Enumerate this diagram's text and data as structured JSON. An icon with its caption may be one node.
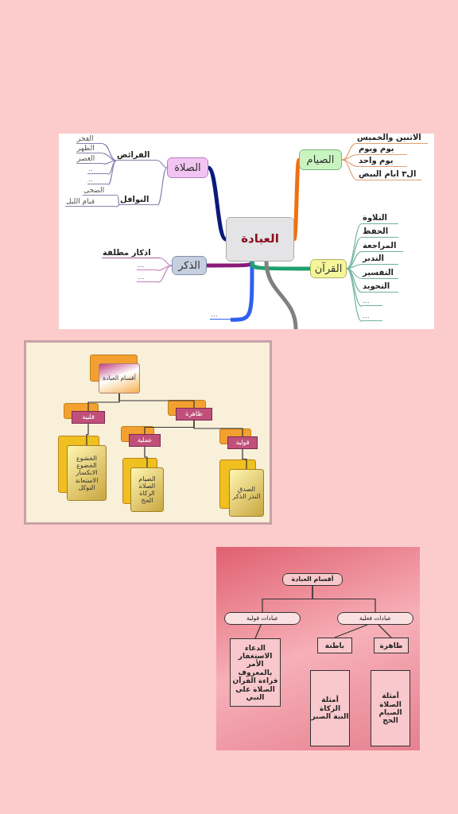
{
  "diagram": {
    "nodes": [
      {
        "text": [
          "العبادة"
        ]
      },
      {
        "text": [
          "الصلاة"
        ]
      },
      {
        "text": [
          "الفرائض"
        ]
      },
      {
        "text": [
          "الفجر"
        ]
      },
      {
        "text": [
          "الظهر"
        ]
      },
      {
        "text": [
          "العصر"
        ]
      },
      {
        "text": [
          ".."
        ]
      },
      {
        "text": [
          ".."
        ]
      },
      {
        "text": [
          "النوافل"
        ]
      },
      {
        "text": [
          "الضحى"
        ]
      },
      {
        "text": [
          "قيام الليل"
        ]
      },
      {
        "text": [
          "الذكر"
        ]
      },
      {
        "text": [
          "اذكار مطلقة"
        ]
      },
      {
        "text": [
          "..."
        ]
      },
      {
        "text": [
          "..."
        ]
      },
      {
        "text": [
          "..."
        ]
      },
      {
        "text": [
          "الصيام"
        ]
      },
      {
        "text": [
          "الاثنين والخميس"
        ]
      },
      {
        "text": [
          "يوم ويوم"
        ]
      },
      {
        "text": [
          "يوم واحد"
        ]
      },
      {
        "text": [
          "ال٣ ايام البيض"
        ]
      },
      {
        "text": [
          "القرآن"
        ]
      },
      {
        "text": [
          "التلاوة"
        ]
      },
      {
        "text": [
          "الحفظ"
        ]
      },
      {
        "text": [
          "المراجعة"
        ]
      },
      {
        "text": [
          "التدبر"
        ]
      },
      {
        "text": [
          "التفسير"
        ]
      },
      {
        "text": [
          "التجويد"
        ]
      },
      {
        "text": [
          "..."
        ]
      },
      {
        "text": [
          "..."
        ]
      },
      {
        "text": [
          "أقسام العبادة"
        ]
      },
      {
        "text": [
          "قلبية"
        ]
      },
      {
        "text": [
          "ظاهرة"
        ]
      },
      {
        "text": [
          "عملية"
        ]
      },
      {
        "text": [
          "قولية"
        ]
      },
      {
        "text": [
          "الخشوع الخضوع الانكسار الاستعانة التوكل"
        ]
      },
      {
        "text": [
          "الصيام الصلاة الزكاة الحج"
        ]
      },
      {
        "text": [
          "الصدق النذر الذكر"
        ]
      },
      {
        "text": [
          "أقسام العبادة"
        ]
      },
      {
        "text": [
          "عبادات قولية"
        ]
      },
      {
        "text": [
          "عبادات فعلية"
        ]
      },
      {
        "text": [
          "الدعاء الاستغفار الأمر بالمعروف قراءة القرآن الصلاة على النبي"
        ]
      },
      {
        "text": [
          "باطنة"
        ]
      },
      {
        "text": [
          "ظاهرة"
        ]
      },
      {
        "text": [
          "أمثلة الزكاة النية الصبر"
        ]
      },
      {
        "text": [
          "أمثلة الصلاة الصيام الحج"
        ]
      }
    ],
    "edges": [
      {
        "from": 0,
        "to": 1,
        "arrow": "none",
        "style": "thick",
        "color": "#0a1a7a"
      },
      {
        "from": 1,
        "to": 2,
        "arrow": "none",
        "color": "#8a80b0"
      },
      {
        "from": 2,
        "to": 3,
        "arrow": "none",
        "color": "#8a80b0"
      },
      {
        "from": 2,
        "to": 4,
        "arrow": "none",
        "color": "#8a80b0"
      },
      {
        "from": 2,
        "to": 5,
        "arrow": "none",
        "color": "#8a80b0"
      },
      {
        "from": 2,
        "to": 6,
        "arrow": "none",
        "color": "#8a80b0"
      },
      {
        "from": 2,
        "to": 7,
        "arrow": "none",
        "color": "#8a80b0"
      },
      {
        "from": 1,
        "to": 8,
        "arrow": "none",
        "color": "#8a80b0"
      },
      {
        "from": 8,
        "to": 9,
        "arrow": "none",
        "color": "#8a80b0"
      },
      {
        "from": 8,
        "to": 10,
        "arrow": "none",
        "color": "#8a80b0"
      },
      {
        "from": 0,
        "to": 11,
        "arrow": "none",
        "style": "thick",
        "color": "#8a1a7a"
      },
      {
        "from": 11,
        "to": 12,
        "arrow": "none",
        "color": "#c080c0"
      },
      {
        "from": 11,
        "to": 13,
        "arrow": "none",
        "color": "#c080c0"
      },
      {
        "from": 11,
        "to": 14,
        "arrow": "none",
        "color": "#c080c0"
      },
      {
        "from": 0,
        "to": 15,
        "arrow": "none",
        "style": "thick",
        "color": "#3060f0"
      },
      {
        "from": 0,
        "to": 16,
        "arrow": "none",
        "style": "thick",
        "color": "#f07010"
      },
      {
        "from": 16,
        "to": 17,
        "arrow": "none",
        "color": "#e0a070"
      },
      {
        "from": 16,
        "to": 18,
        "arrow": "none",
        "color": "#e0a070"
      },
      {
        "from": 16,
        "to": 19,
        "arrow": "none",
        "color": "#e0a070"
      },
      {
        "from": 16,
        "to": 20,
        "arrow": "none",
        "color": "#e0a070"
      },
      {
        "from": 0,
        "to": 21,
        "arrow": "none",
        "style": "thick",
        "color": "#20a070"
      },
      {
        "from": 21,
        "to": 22,
        "arrow": "none",
        "color": "#70b0a0"
      },
      {
        "from": 21,
        "to": 23,
        "arrow": "none",
        "color": "#70b0a0"
      },
      {
        "from": 21,
        "to": 24,
        "arrow": "none",
        "color": "#70b0a0"
      },
      {
        "from": 21,
        "to": 25,
        "arrow": "none",
        "color": "#70b0a0"
      },
      {
        "from": 21,
        "to": 26,
        "arrow": "none",
        "color": "#70b0a0"
      },
      {
        "from": 21,
        "to": 27,
        "arrow": "none",
        "color": "#70b0a0"
      },
      {
        "from": 21,
        "to": 28,
        "arrow": "none",
        "color": "#70b0a0"
      },
      {
        "from": 21,
        "to": 29,
        "arrow": "none",
        "color": "#70b0a0"
      },
      {
        "from": 0,
        "to": null,
        "arrow": "none",
        "style": "thick",
        "color": "#808080"
      },
      {
        "from": 30,
        "to": 31,
        "arrow": "none"
      },
      {
        "from": 30,
        "to": 32,
        "arrow": "none"
      },
      {
        "from": 32,
        "to": 33,
        "arrow": "none"
      },
      {
        "from": 32,
        "to": 34,
        "arrow": "none"
      },
      {
        "from": 31,
        "to": 35,
        "arrow": "none"
      },
      {
        "from": 33,
        "to": 36,
        "arrow": "none"
      },
      {
        "from": 34,
        "to": 37,
        "arrow": "none"
      },
      {
        "from": 38,
        "to": 39,
        "arrow": "none"
      },
      {
        "from": 38,
        "to": 40,
        "arrow": "none"
      },
      {
        "from": 39,
        "to": 41,
        "arrow": "none"
      },
      {
        "from": 40,
        "to": 42,
        "arrow": "none"
      },
      {
        "from": 40,
        "to": 43,
        "arrow": "none"
      }
    ]
  }
}
